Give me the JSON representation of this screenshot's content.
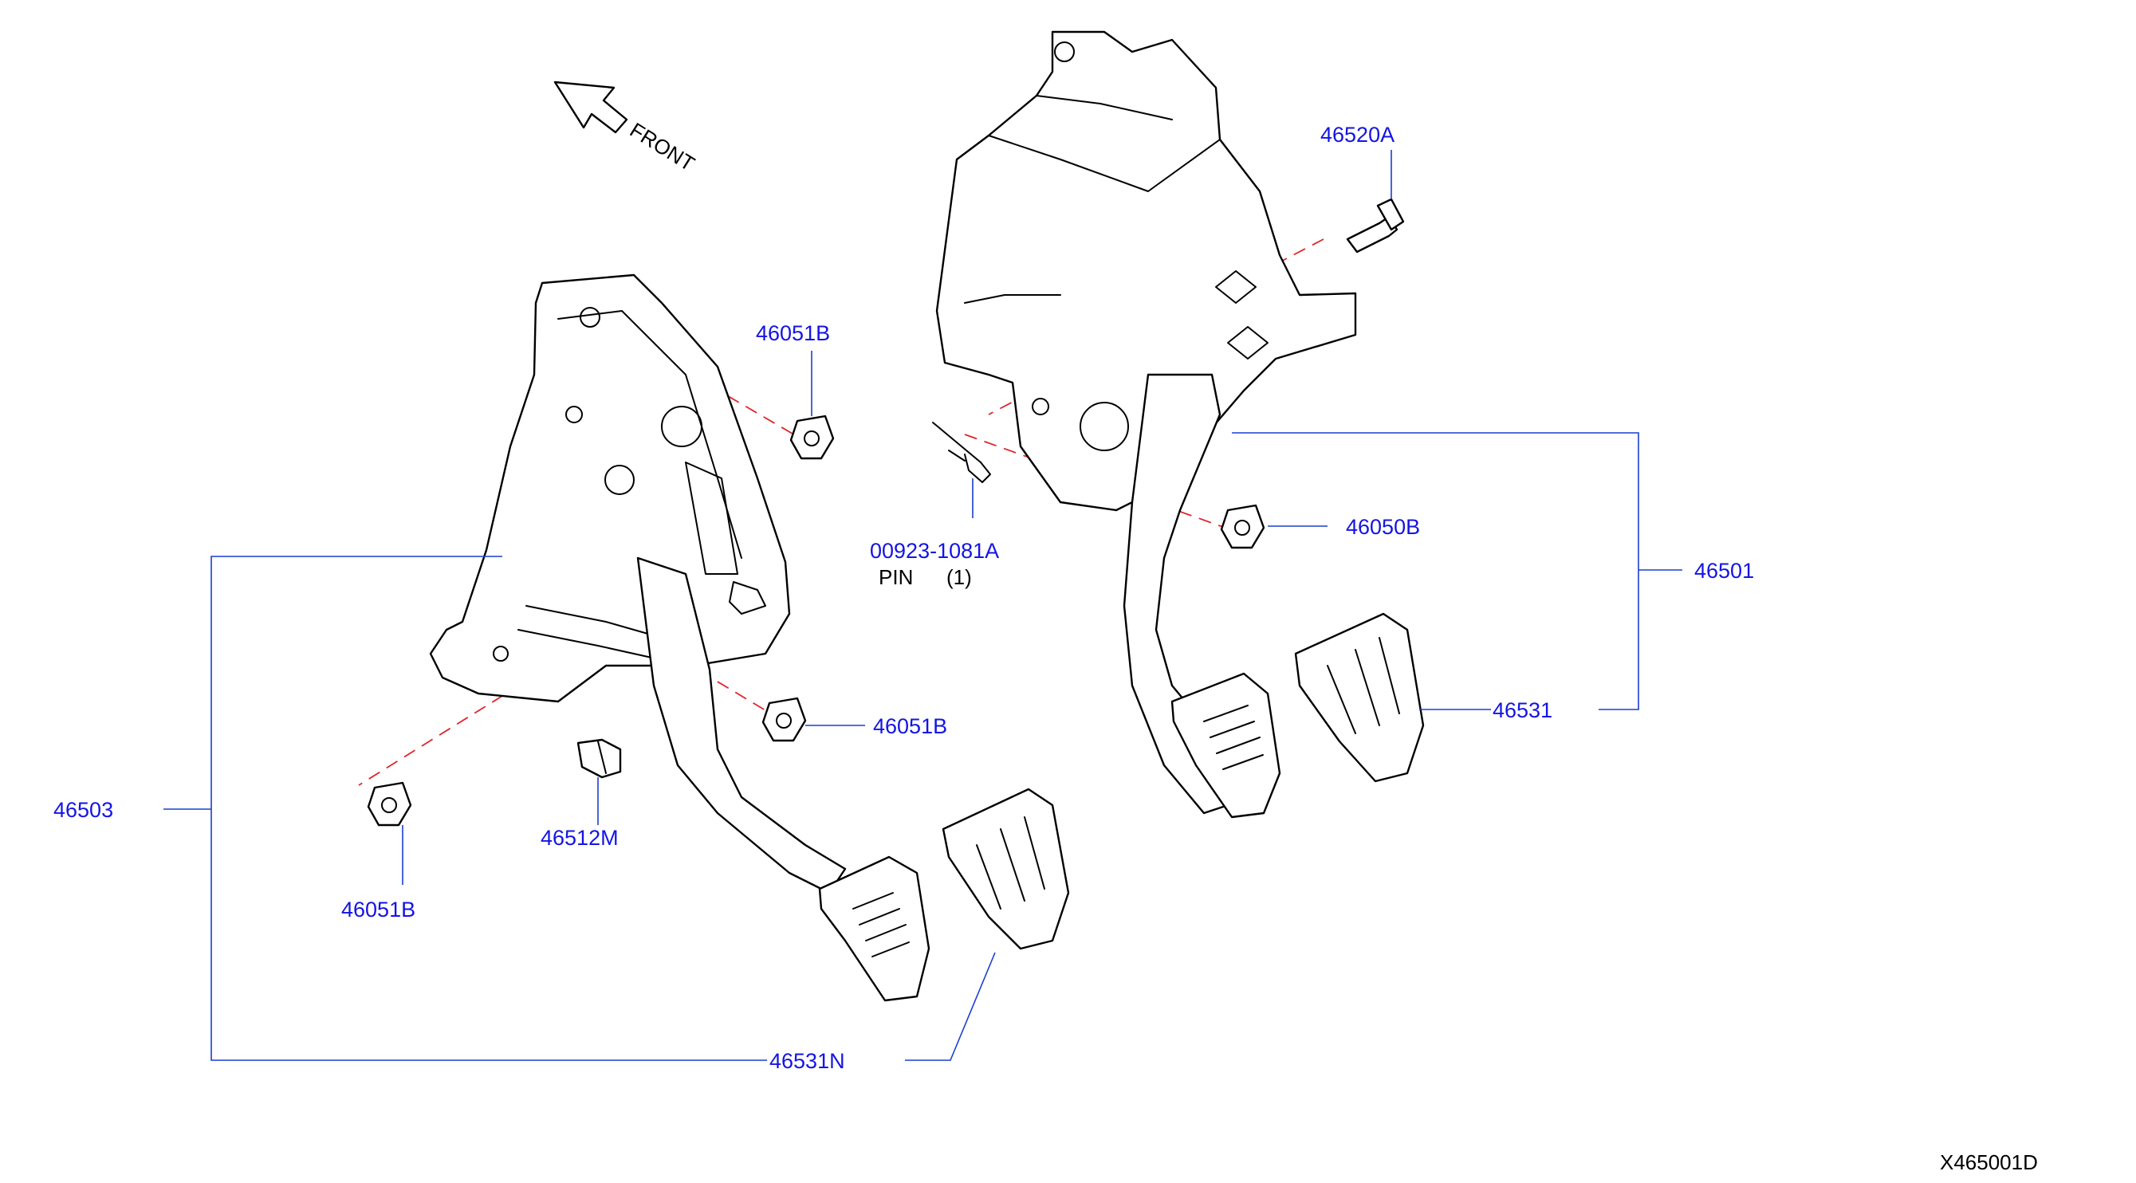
{
  "diagram": {
    "front_label": "FRONT",
    "figure_id": "X465001D",
    "colors": {
      "label": "#1414e6",
      "leader": "#1a3fd1",
      "centerline": "#e0252a",
      "outline": "#000000"
    },
    "labels": {
      "nut_top_left": "46051B",
      "pin_part": "00923-1081A",
      "pin_name": "PIN",
      "pin_qty": "(1)",
      "bolt": "46520A",
      "nut_right": "46050B",
      "assy_right": "46501",
      "pad_right": "46531",
      "nut_mid_left": "46051B",
      "assy_left": "46503",
      "stopper": "46512M",
      "nut_bottom_left": "46051B",
      "pad_left": "46531N"
    }
  }
}
